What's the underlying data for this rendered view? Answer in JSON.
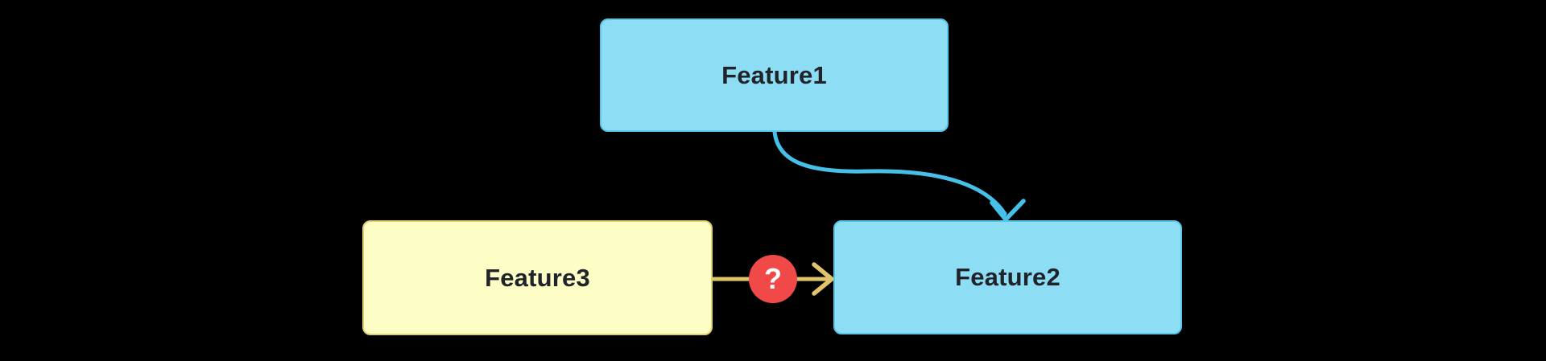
{
  "diagram": {
    "background": "#000000",
    "nodes": [
      {
        "id": "feature1",
        "label": "Feature1",
        "fill": "#8ddef4",
        "border": "#58c7ea",
        "text_color": "#20242a"
      },
      {
        "id": "feature3",
        "label": "Feature3",
        "fill": "#fdfec5",
        "border": "#e4cf6e",
        "text_color": "#20242a"
      },
      {
        "id": "feature2",
        "label": "Feature2",
        "fill": "#8ddef4",
        "border": "#58c7ea",
        "text_color": "#20242a"
      }
    ],
    "edges": [
      {
        "id": "feature1-to-feature2",
        "from": "feature1",
        "to": "feature2",
        "style": "curved",
        "color": "#46c0e8"
      },
      {
        "id": "feature3-to-feature2",
        "from": "feature3",
        "to": "feature2",
        "style": "straight",
        "color": "#dfc469",
        "badge": {
          "label": "?",
          "bg": "#f04948",
          "text_color": "#ffffff"
        }
      }
    ]
  }
}
